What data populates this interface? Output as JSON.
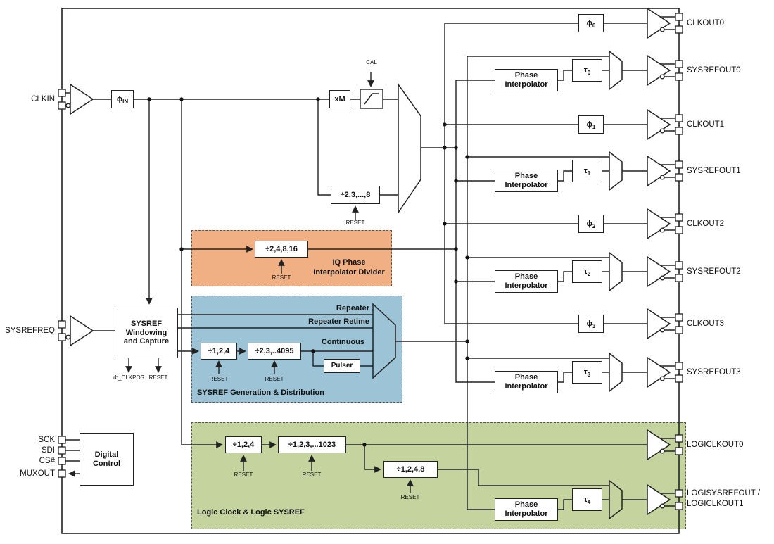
{
  "colors": {
    "iq_region": "#f1b083",
    "sysref_region": "#9cc4d6",
    "logic_region": "#c5d39e",
    "wire": "#222222"
  },
  "symbols": {
    "phi": "ϕ",
    "tau": "τ"
  },
  "inputs": {
    "clkin": "CLKIN",
    "sysrefreq": "SYSREFREQ",
    "sck": "SCK",
    "sdi": "SDI",
    "cs": "CS#",
    "muxout": "MUXOUT",
    "digital_control": "Digital\nControl"
  },
  "blocks": {
    "phi_in_sub": "IN",
    "xm": "xM",
    "cal": "CAL",
    "div_2_3_8": "÷2,3,...,8",
    "reset": "RESET",
    "iq_div": "÷2,4,8,16",
    "sysref_windowing": "SYSREF\nWindowing\nand Capture",
    "rb_clkpos": "rb_CLKPOS",
    "repeater": "Repeater",
    "repeater_retime": "Repeater Retime",
    "continuous": "Continuous",
    "div_1_2_4": "÷1,2,4",
    "div_4095": "÷2,3,..4095",
    "pulser": "Pulser",
    "logic_div1": "÷1,2,4",
    "logic_div2": "÷1,2,3,...1023",
    "logic_div3": "÷1,2,4,8",
    "phase_interpolator": "Phase Interpolator"
  },
  "regions": {
    "iq_title": "IQ Phase\nInterpolator Divider",
    "sysref_title": "SYSREF Generation & Distribution",
    "logic_title": "Logic Clock & Logic SYSREF"
  },
  "outputs": [
    {
      "label": "CLKOUT0",
      "sub": "0"
    },
    {
      "label": "SYSREFOUT0",
      "sub": "0"
    },
    {
      "label": "CLKOUT1",
      "sub": "1"
    },
    {
      "label": "SYSREFOUT1",
      "sub": "1"
    },
    {
      "label": "CLKOUT2",
      "sub": "2"
    },
    {
      "label": "SYSREFOUT2",
      "sub": "2"
    },
    {
      "label": "CLKOUT3",
      "sub": "3"
    },
    {
      "label": "SYSREFOUT3",
      "sub": "3"
    },
    {
      "label": "LOGICLKOUT0",
      "sub": ""
    },
    {
      "label": "LOGISYSREFOUT /\nLOGICLKOUT1",
      "sub": "4"
    }
  ]
}
